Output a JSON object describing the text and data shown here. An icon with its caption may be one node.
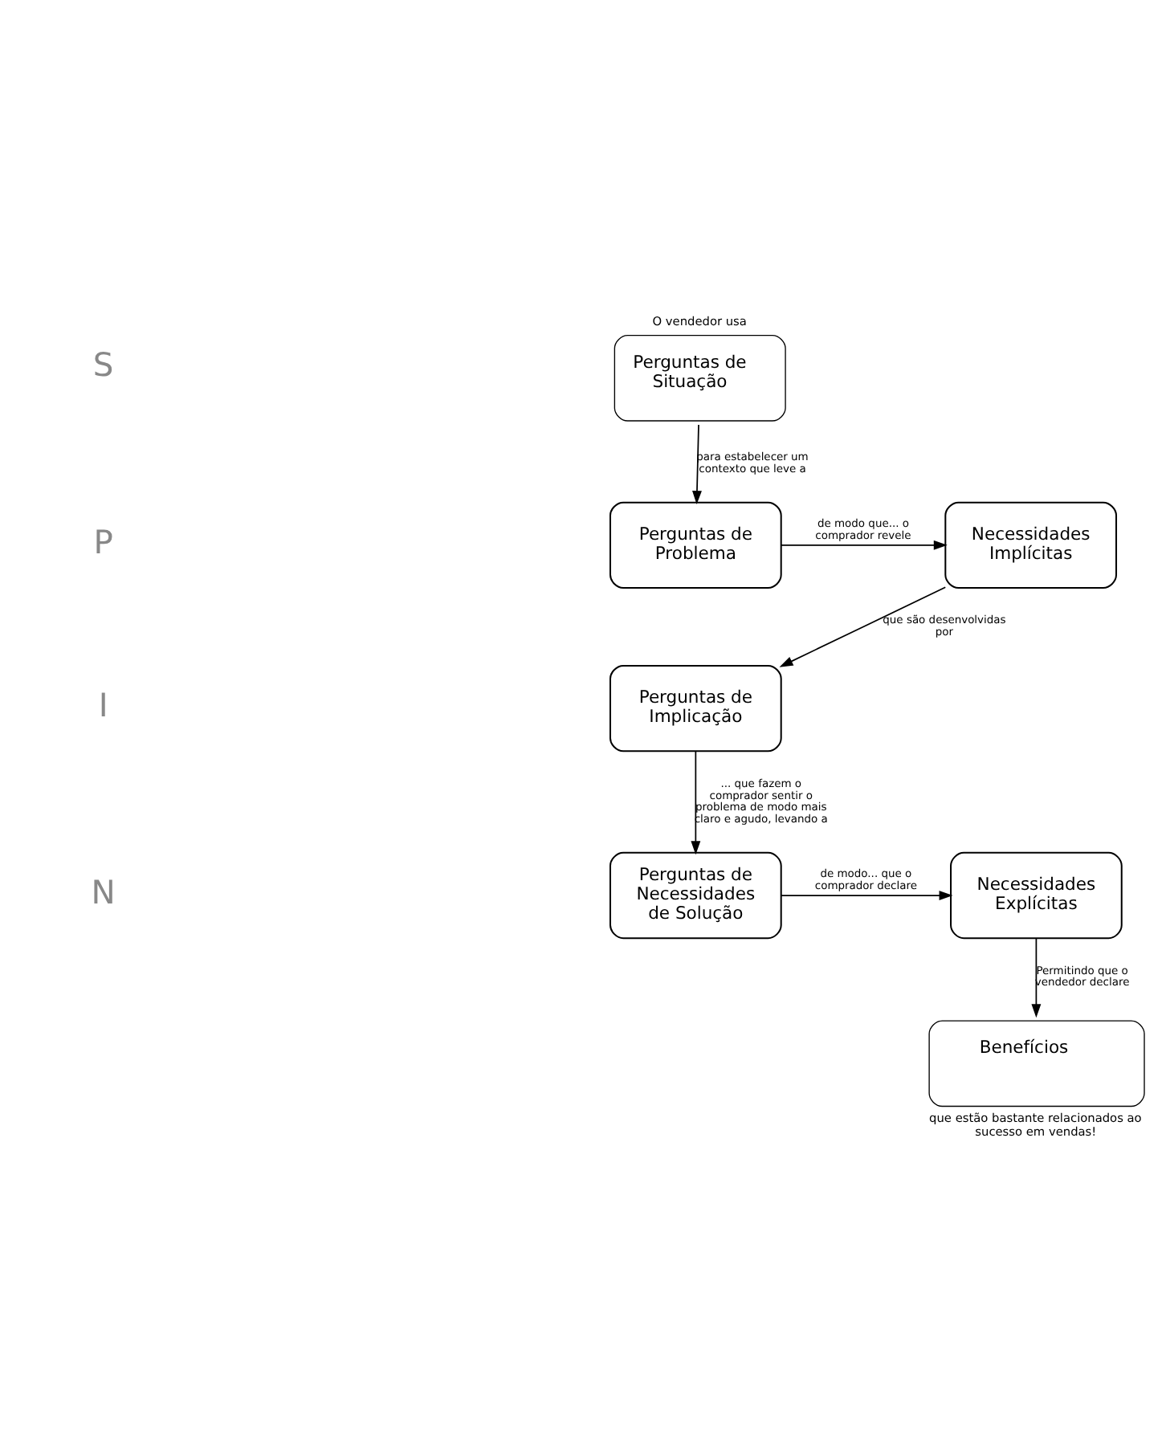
{
  "diagram": {
    "nodes": [
      {
        "text": [
          "Perguntas de Situação"
        ],
        "beside": [
          "O vendedor usa"
        ]
      },
      {
        "text": [
          "Perguntas de Problema"
        ]
      },
      {
        "text": [
          "Necessidades Implícitas"
        ]
      },
      {
        "text": [
          "Perguntas de Implicação"
        ]
      },
      {
        "text": [
          "Perguntas de Necessidades de Solução"
        ]
      },
      {
        "text": [
          "Necessidades Explícitas"
        ]
      },
      {
        "text": [
          "Benefícios"
        ],
        "beside": [
          "que estão bastante relacionados ao sucesso em vendas!"
        ]
      }
    ],
    "edges": [
      {
        "from": 0,
        "to": 1,
        "arrow": "to",
        "label": "para estabelecer um contexto que leve a"
      },
      {
        "from": 1,
        "to": 2,
        "arrow": "to",
        "label": "de modo que... o comprador revele"
      },
      {
        "from": 2,
        "to": 3,
        "arrow": "to",
        "label": "que são desenvolvidas por"
      },
      {
        "from": 3,
        "to": 4,
        "arrow": "to",
        "label": "... que fazem o comprador sentir o problema de modo mais claro e agudo, levando a"
      },
      {
        "from": 4,
        "to": 5,
        "arrow": "to",
        "label": "de modo... que o comprador declare"
      },
      {
        "from": 5,
        "to": 6,
        "arrow": "to",
        "label": "Permitindo que o vendedor declare"
      }
    ],
    "labels": [
      "S",
      "P",
      "I",
      "N"
    ]
  }
}
